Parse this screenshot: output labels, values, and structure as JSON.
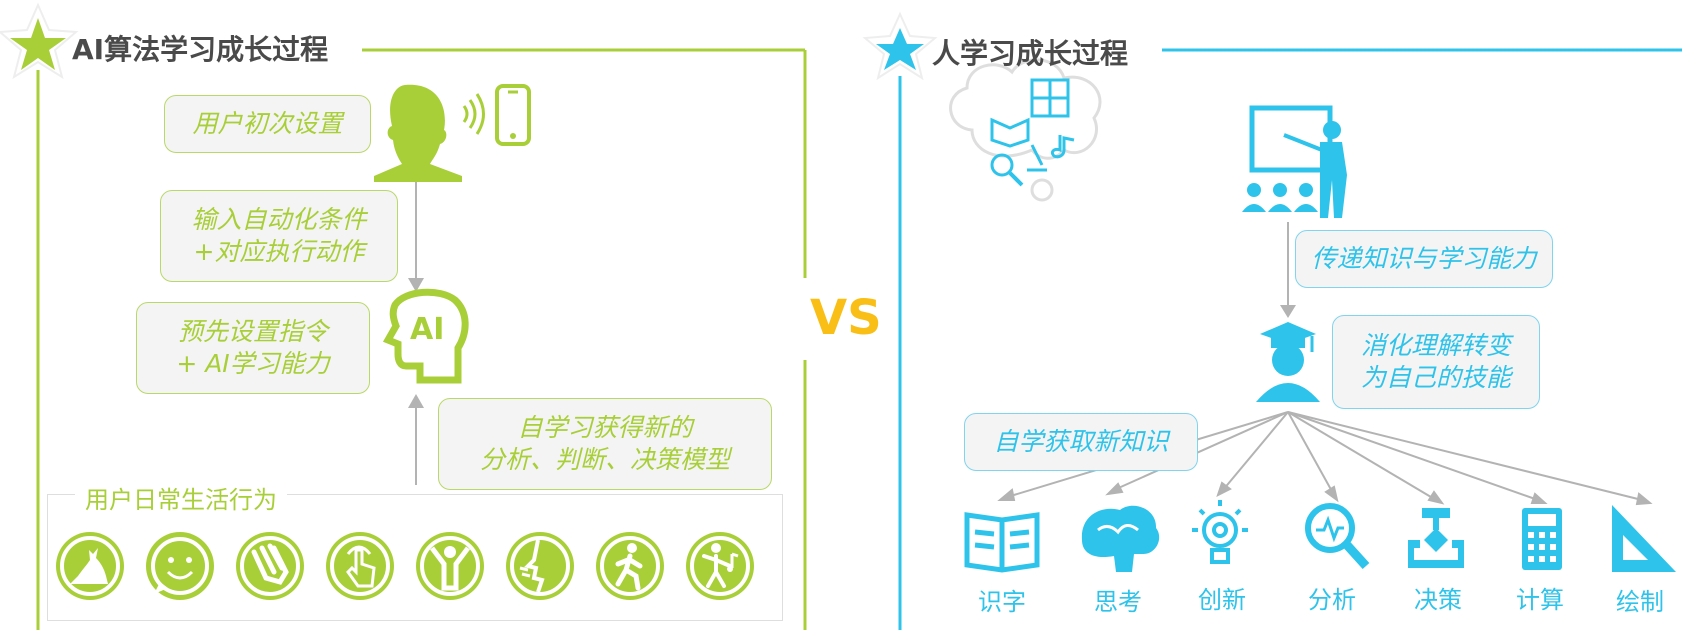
{
  "colors": {
    "green": "#a8cf38",
    "blue": "#2ec3ea",
    "vs": "#f9bf16",
    "gray": "#b3b3b3"
  },
  "left": {
    "title": "AI算法学习成长过程",
    "box1": "用户初次设置",
    "box2": [
      "输入自动化条件",
      "+对应执行动作"
    ],
    "box3": [
      "预先设置指令",
      "+ AI学习能力"
    ],
    "box4": [
      "自学习获得新的",
      "分析、判断、决策模型"
    ],
    "ai_label": "AI",
    "behavior_title": "用户日常生活行为",
    "behavior_icons": [
      "pet-icon",
      "smile-icon",
      "hands-icon",
      "touch-icon",
      "exercise-icon",
      "face-icon",
      "walking-icon",
      "dancing-icon"
    ]
  },
  "vs": "VS",
  "right": {
    "title": "人学习成长过程",
    "box1": "传递知识与学习能力",
    "box2": [
      "消化理解转变",
      "为自己的技能"
    ],
    "box3": "自学获取新知识",
    "skills": [
      "识字",
      "思考",
      "创新",
      "分析",
      "决策",
      "计算",
      "绘制"
    ]
  }
}
